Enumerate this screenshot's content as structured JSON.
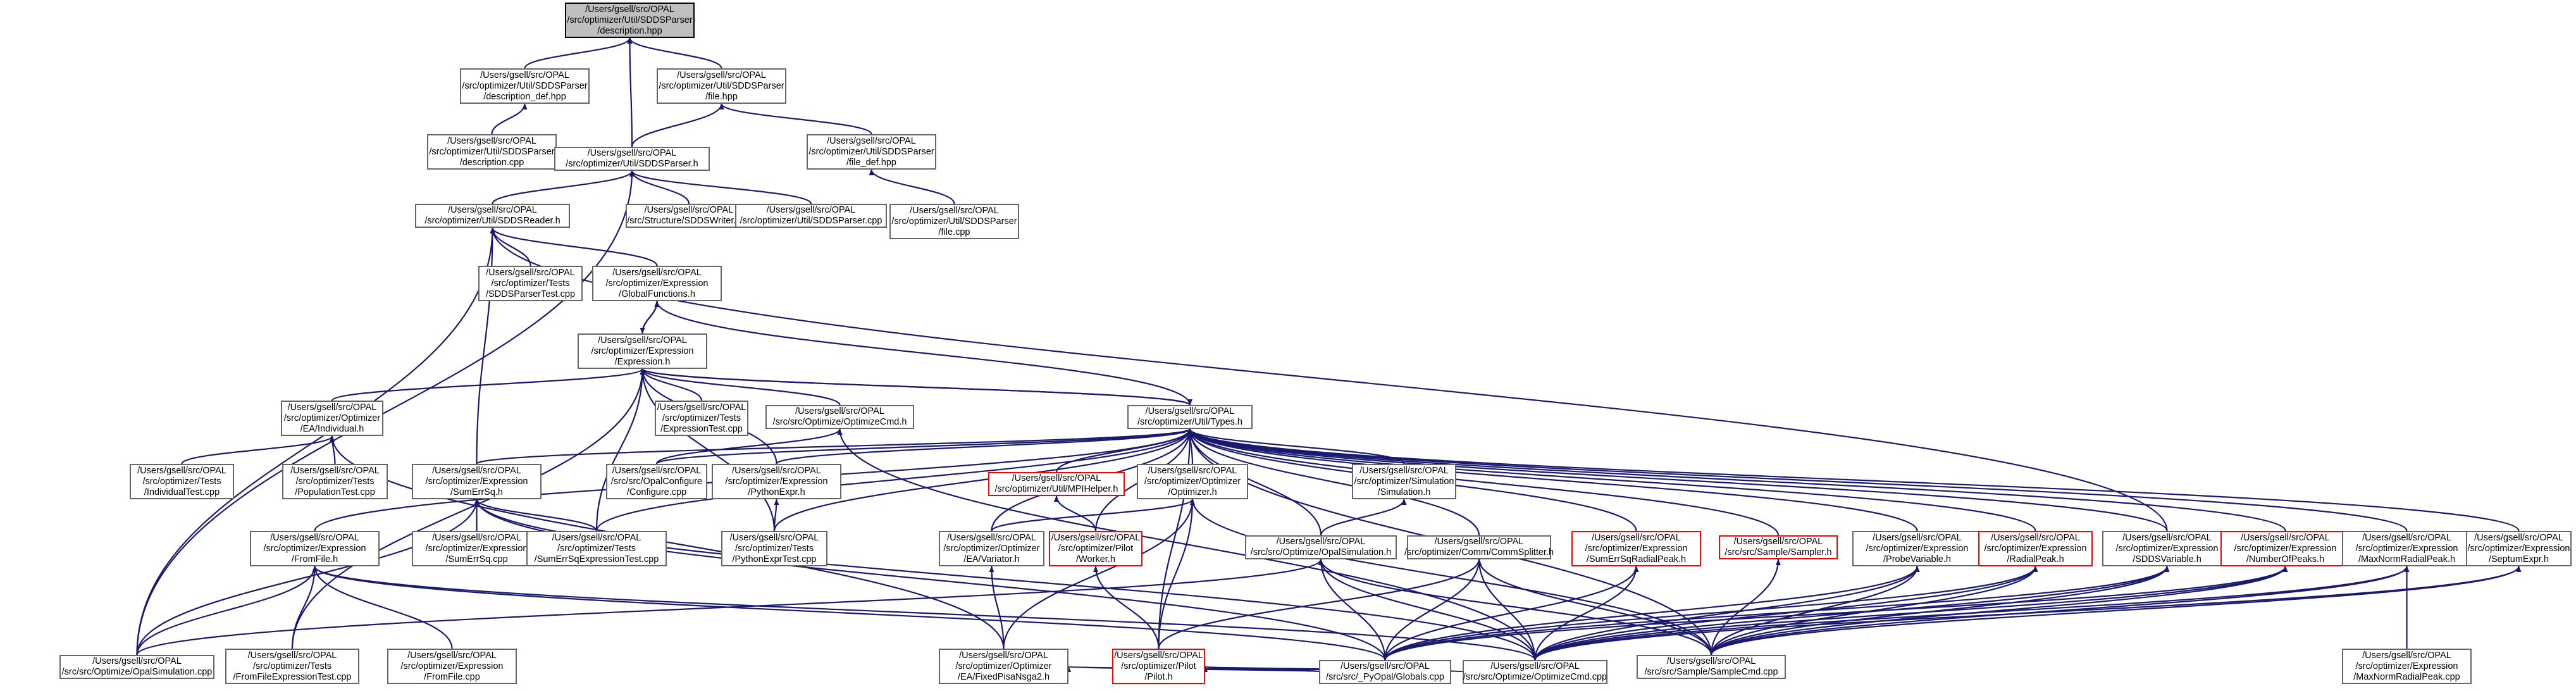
{
  "diagram": {
    "nodes": [
      {
        "id": "description_hpp",
        "label": "/Users/gsell/src/OPAL\n/src/optimizer/Util/SDDSParser\n/description.hpp",
        "root": true
      },
      {
        "id": "description_def_hpp",
        "label": "/Users/gsell/src/OPAL\n/src/optimizer/Util/SDDSParser\n/description_def.hpp"
      },
      {
        "id": "file_hpp",
        "label": "/Users/gsell/src/OPAL\n/src/optimizer/Util/SDDSParser\n/file.hpp"
      },
      {
        "id": "description_cpp",
        "label": "/Users/gsell/src/OPAL\n/src/optimizer/Util/SDDSParser\n/description.cpp"
      },
      {
        "id": "file_def_hpp",
        "label": "/Users/gsell/src/OPAL\n/src/optimizer/Util/SDDSParser\n/file_def.hpp"
      },
      {
        "id": "sddsparser_h",
        "label": "/Users/gsell/src/OPAL\n/src/optimizer/Util/SDDSParser.h"
      },
      {
        "id": "file_cpp",
        "label": "/Users/gsell/src/OPAL\n/src/optimizer/Util/SDDSParser\n/file.cpp"
      },
      {
        "id": "sddsreader_h",
        "label": "/Users/gsell/src/OPAL\n/src/optimizer/Util/SDDSReader.h"
      },
      {
        "id": "sddswriter_cpp",
        "label": "/Users/gsell/src/OPAL\n/src/Structure/SDDSWriter.cpp"
      },
      {
        "id": "sddsparser_cpp",
        "label": "/Users/gsell/src/OPAL\n/src/optimizer/Util/SDDSParser.cpp"
      },
      {
        "id": "sddsparsertest_cpp",
        "label": "/Users/gsell/src/OPAL\n/src/optimizer/Tests\n/SDDSParserTest.cpp"
      },
      {
        "id": "globalfunctions_h",
        "label": "/Users/gsell/src/OPAL\n/src/optimizer/Expression\n/GlobalFunctions.h"
      },
      {
        "id": "expression_h",
        "label": "/Users/gsell/src/OPAL\n/src/optimizer/Expression\n/Expression.h"
      },
      {
        "id": "individual_h",
        "label": "/Users/gsell/src/OPAL\n/src/optimizer/Optimizer\n/EA/Individual.h"
      },
      {
        "id": "expressiontest_cpp",
        "label": "/Users/gsell/src/OPAL\n/src/optimizer/Tests\n/ExpressionTest.cpp"
      },
      {
        "id": "optimizecmd_h",
        "label": "/Users/gsell/src/OPAL\n/src/src/Optimize/OptimizeCmd.h"
      },
      {
        "id": "types_h",
        "label": "/Users/gsell/src/OPAL\n/src/optimizer/Util/Types.h"
      },
      {
        "id": "individualtest_cpp",
        "label": "/Users/gsell/src/OPAL\n/src/optimizer/Tests\n/IndividualTest.cpp"
      },
      {
        "id": "populationtest_cpp",
        "label": "/Users/gsell/src/OPAL\n/src/optimizer/Tests\n/PopulationTest.cpp"
      },
      {
        "id": "sumerrsq_h",
        "label": "/Users/gsell/src/OPAL\n/src/optimizer/Expression\n/SumErrSq.h"
      },
      {
        "id": "configure_cpp",
        "label": "/Users/gsell/src/OPAL\n/src/src/OpalConfigure\n/Configure.cpp"
      },
      {
        "id": "pythonexpr_h",
        "label": "/Users/gsell/src/OPAL\n/src/optimizer/Expression\n/PythonExpr.h"
      },
      {
        "id": "mpihelper_h",
        "label": "/Users/gsell/src/OPAL\n/src/optimizer/Util/MPIHelper.h",
        "red": true
      },
      {
        "id": "optimizer_h",
        "label": "/Users/gsell/src/OPAL\n/src/optimizer/Optimizer\n/Optimizer.h"
      },
      {
        "id": "simulation_h",
        "label": "/Users/gsell/src/OPAL\n/src/optimizer/Simulation\n/Simulation.h"
      },
      {
        "id": "fromfile_h",
        "label": "/Users/gsell/src/OPAL\n/src/optimizer/Expression\n/FromFile.h"
      },
      {
        "id": "sumerrsq_cpp",
        "label": "/Users/gsell/src/OPAL\n/src/optimizer/Expression\n/SumErrSq.cpp"
      },
      {
        "id": "sumerrsqexpressiontest_cpp",
        "label": "/Users/gsell/src/OPAL\n/src/optimizer/Tests\n/SumErrSqExpressionTest.cpp"
      },
      {
        "id": "pythonexprtest_cpp",
        "label": "/Users/gsell/src/OPAL\n/src/optimizer/Tests\n/PythonExprTest.cpp"
      },
      {
        "id": "eavariator_h",
        "label": "/Users/gsell/src/OPAL\n/src/optimizer/Optimizer\n/EA/Variator.h"
      },
      {
        "id": "worker_h",
        "label": "/Users/gsell/src/OPAL\n/src/optimizer/Pilot\n/Worker.h",
        "red": true
      },
      {
        "id": "opalsimulation_h",
        "label": "/Users/gsell/src/OPAL\n/src/src/Optimize/OpalSimulation.h"
      },
      {
        "id": "commsplitter_h",
        "label": "/Users/gsell/src/OPAL\n/src/optimizer/Comm/CommSplitter.h"
      },
      {
        "id": "sumerrsqradialpeak_h",
        "label": "/Users/gsell/src/OPAL\n/src/optimizer/Expression\n/SumErrSqRadialPeak.h",
        "red": true
      },
      {
        "id": "sampler_h",
        "label": "/Users/gsell/src/OPAL\n/src/src/Sample/Sampler.h",
        "red": true
      },
      {
        "id": "probevariable_h",
        "label": "/Users/gsell/src/OPAL\n/src/optimizer/Expression\n/ProbeVariable.h"
      },
      {
        "id": "radialpeak_h",
        "label": "/Users/gsell/src/OPAL\n/src/optimizer/Expression\n/RadialPeak.h",
        "red": true
      },
      {
        "id": "sddsvariable_h",
        "label": "/Users/gsell/src/OPAL\n/src/optimizer/Expression\n/SDDSVariable.h"
      },
      {
        "id": "numberofpeaks_h",
        "label": "/Users/gsell/src/OPAL\n/src/optimizer/Expression\n/NumberOfPeaks.h",
        "red": true
      },
      {
        "id": "maxnormradialpeak_h",
        "label": "/Users/gsell/src/OPAL\n/src/optimizer/Expression\n/MaxNormRadialPeak.h"
      },
      {
        "id": "septumexpr_h",
        "label": "/Users/gsell/src/OPAL\n/src/optimizer/Expression\n/SeptumExpr.h"
      },
      {
        "id": "opalsimulation_cpp",
        "label": "/Users/gsell/src/OPAL\n/src/src/Optimize/OpalSimulation.cpp"
      },
      {
        "id": "fromfileexpressiontest_cpp",
        "label": "/Users/gsell/src/OPAL\n/src/optimizer/Tests\n/FromFileExpressionTest.cpp"
      },
      {
        "id": "fromfile_cpp",
        "label": "/Users/gsell/src/OPAL\n/src/optimizer/Expression\n/FromFile.cpp"
      },
      {
        "id": "fixedpisanoge2_h",
        "label": "/Users/gsell/src/OPAL\n/src/optimizer/Optimizer\n/EA/FixedPisaNsga2.h"
      },
      {
        "id": "pilot_h",
        "label": "/Users/gsell/src/OPAL\n/src/optimizer/Pilot\n/Pilot.h",
        "red": true
      },
      {
        "id": "samplecmd_cpp",
        "label": "/Users/gsell/src/OPAL\n/src/src/Sample/SampleCmd.cpp"
      },
      {
        "id": "maxnormradialpeak_cpp",
        "label": "/Users/gsell/src/OPAL\n/src/optimizer/Expression\n/MaxNormRadialPeak.cpp"
      },
      {
        "id": "pyopalglobals_cpp",
        "label": "/Users/gsell/src/OPAL\n/src/src/_PyOpal/Globals.cpp"
      },
      {
        "id": "optimizecmd_cpp",
        "label": "/Users/gsell/src/OPAL\n/src/src/Optimize/OptimizeCmd.cpp"
      }
    ]
  }
}
